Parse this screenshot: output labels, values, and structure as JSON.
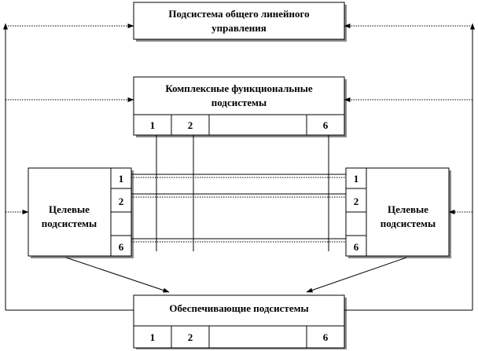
{
  "top_box": {
    "line1": "Подсистема общего линейного",
    "line2": "управления"
  },
  "functional_box": {
    "line1": "Комплексные функциональные",
    "line2": "подсистемы",
    "cells": [
      "1",
      "2",
      "",
      "6"
    ]
  },
  "left_box": {
    "line1": "Целевые",
    "line2": "подсистемы",
    "cells": [
      "1",
      "2",
      "",
      "6"
    ]
  },
  "right_box": {
    "line1": "Целевые",
    "line2": "подсистемы",
    "cells": [
      "1",
      "2",
      "",
      "6"
    ]
  },
  "bottom_box": {
    "label": "Обеспечивающие подсистемы",
    "cells": [
      "1",
      "2",
      "",
      "6"
    ]
  }
}
